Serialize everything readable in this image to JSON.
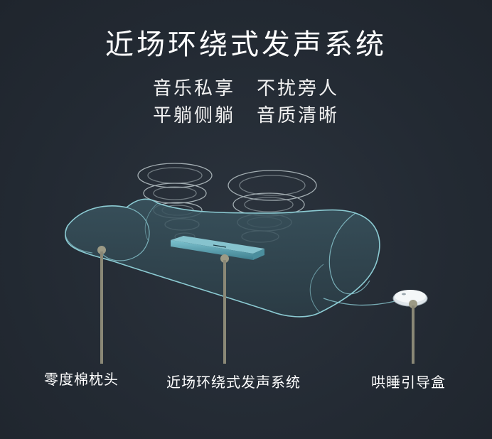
{
  "title": "近场环绕式发声系统",
  "tagline": {
    "line1_a": "音乐私享",
    "line1_b": "不扰旁人",
    "line2_a": "平躺侧躺",
    "line2_b": "音质清晰"
  },
  "labels": {
    "pillow": "零度棉枕头",
    "speaker": "近场环绕式发声系统",
    "box": "哄睡引导盒"
  },
  "colors": {
    "background": "#232a33",
    "pillow_outline": "#8ccbd3",
    "leader_line": "#8a8876",
    "speaker_bar": "#5fa7b7"
  },
  "icons": {
    "pillow": "contour-pillow-illustration",
    "sound": "sound-wave-rings",
    "box": "sleep-guide-box"
  }
}
